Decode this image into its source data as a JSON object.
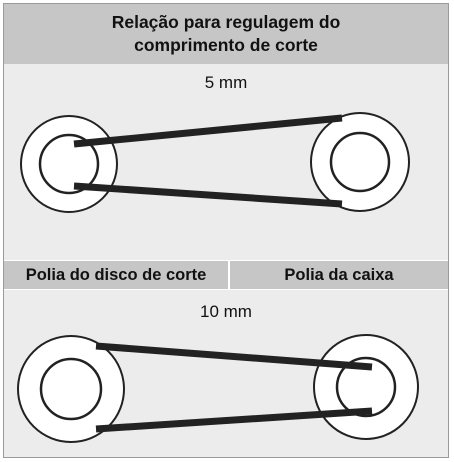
{
  "title": {
    "line1": "Relação para regulagem do",
    "line2": "comprimento de corte"
  },
  "config_top": {
    "label": "5 mm"
  },
  "legend": {
    "left": "Polia do disco de corte",
    "right": "Polia da caixa"
  },
  "config_bottom": {
    "label": "10 mm"
  },
  "colors": {
    "header_fill": "#c6c6c6",
    "panel_fill": "#ececec",
    "pulley_fill": "#ffffff",
    "belt": "#222222"
  }
}
